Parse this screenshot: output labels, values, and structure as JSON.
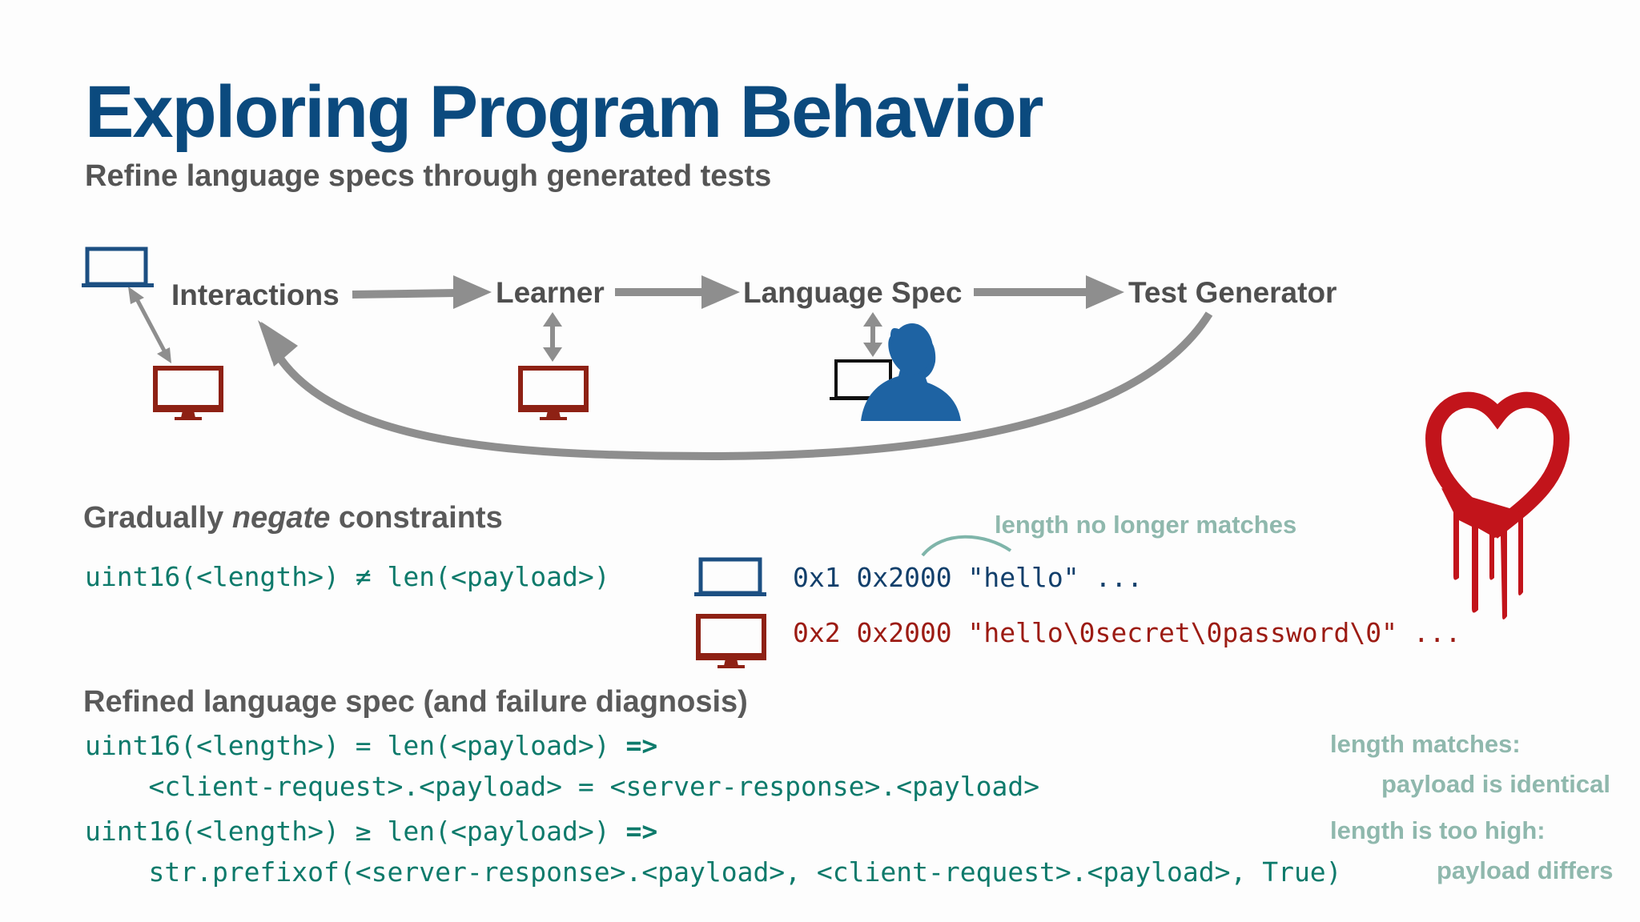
{
  "title": "Exploring Program Behavior",
  "subtitle": "Refine language specs through generated tests",
  "pipeline": {
    "nodes": [
      "Interactions",
      "Learner",
      "Language Spec",
      "Test Generator"
    ]
  },
  "section1": {
    "heading_pre": "Gradually ",
    "heading_em": "negate",
    "heading_post": " constraints",
    "constraint": "uint16(<length>) ≠ len(<payload>)",
    "note": "length no longer matches",
    "client_bytes": "0x1 0x2000 \"hello\" ...",
    "server_bytes": "0x2 0x2000 \"hello\\0secret\\0password\\0\" ..."
  },
  "section2": {
    "heading": "Refined language spec (and failure diagnosis)",
    "rule1_line1": "uint16(<length>) = len(<payload>) ",
    "rule1_arrow": "=>",
    "rule1_line2": "    <client-request>.<payload> = <server-response>.<payload>",
    "rule2_line1": "uint16(<length>) ≥ len(<payload>) ",
    "rule2_arrow": "=>",
    "rule2_line2": "    str.prefixof(<server-response>.<payload>, <client-request>.<payload>, True)",
    "note1_line1": "length matches:",
    "note1_line2": "payload is identical",
    "note2_line1": "length is too high:",
    "note2_line2": "payload differs"
  },
  "colors": {
    "title": "#0b4a7e",
    "client": "#1c4f82",
    "server": "#8e2114",
    "user": "#1e63a3",
    "arrow": "#8e8e8e",
    "code": "#0d7a6b",
    "note": "#8fb8ad",
    "heartbleed": "#c2141b"
  },
  "icons": [
    "laptop-icon",
    "desktop-icon",
    "user-icon",
    "heartbleed-icon"
  ]
}
